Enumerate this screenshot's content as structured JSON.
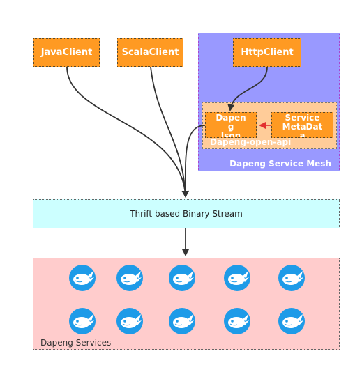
{
  "clients": {
    "java": "JavaClient",
    "scala": "ScalaClient",
    "http": "HttpClient"
  },
  "mesh": {
    "label": "Dapeng Service Mesh",
    "openapi_label": "Dapeng-open-api",
    "json_box": "Dapen\ng\nJson",
    "metadata_box": "Service\nMetaDat\na"
  },
  "stream": {
    "label": "Thrift based Binary Stream"
  },
  "services": {
    "label": "Dapeng Services",
    "icon": "dapeng-service-icon"
  },
  "colors": {
    "client": "#FF9A22",
    "mesh": "#9999FF",
    "openapi": "#FFCC99",
    "stream": "#CCFFFF",
    "services": "#FFCCCC",
    "icon": "#1E9BE8",
    "red_arrow": "#E23030"
  }
}
